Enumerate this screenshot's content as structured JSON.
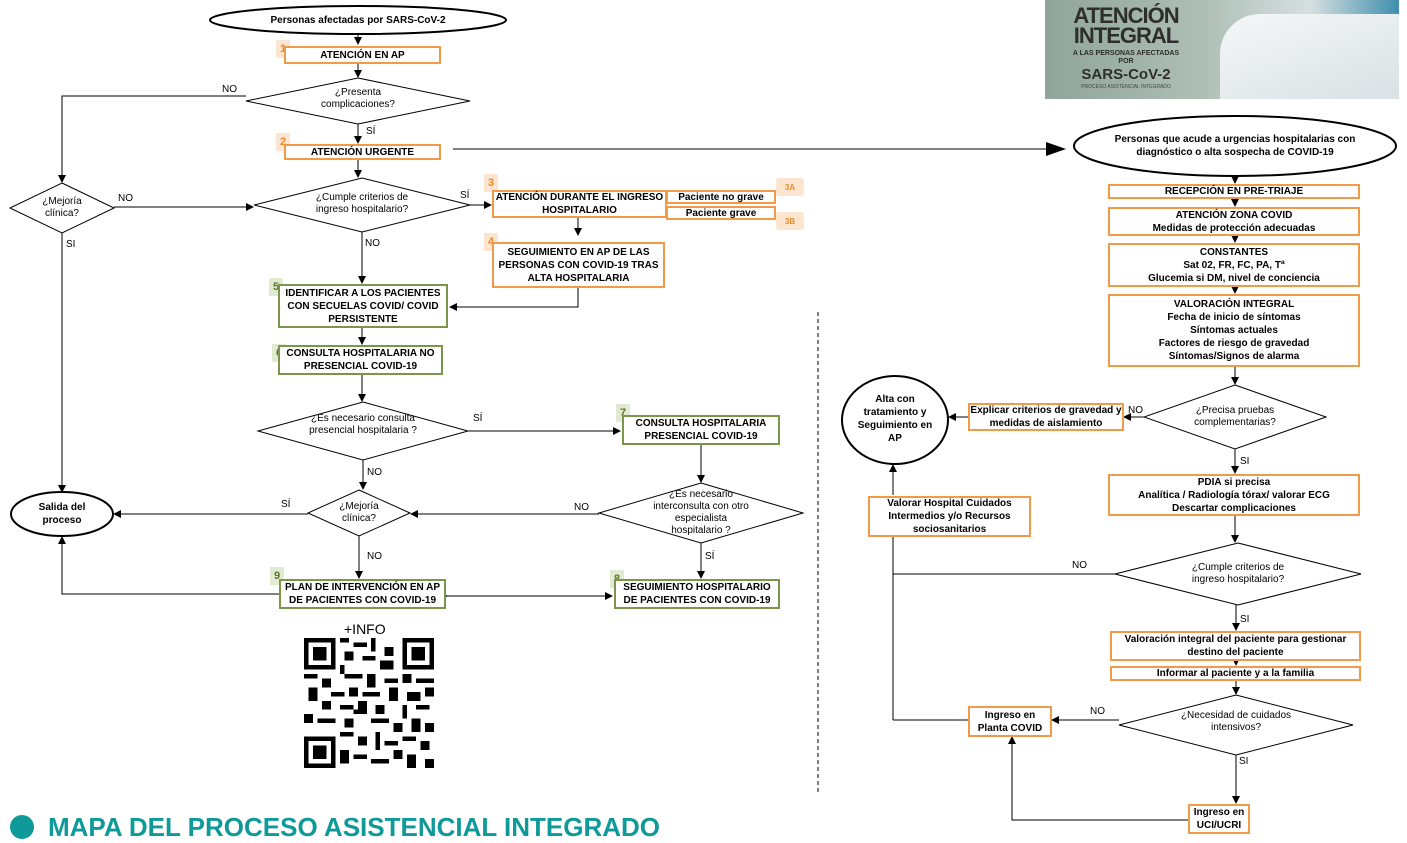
{
  "left": {
    "start": "Personas afectadas por SARS-CoV-2",
    "b1": {
      "num": "1",
      "text": "ATENCIÓN EN AP"
    },
    "d_complic": "¿Presenta complicaciones?",
    "b2": {
      "num": "2",
      "text": "ATENCIÓN URGENTE"
    },
    "d_criterios": "¿Cumple criterios de ingreso hospitalario?",
    "d_mejoria1": "¿Mejoría clínica?",
    "b3": {
      "num": "3",
      "text": "ATENCIÓN DURANTE EL INGRESO HOSPITALARIO"
    },
    "b3a": {
      "tag": "3A",
      "text": "Paciente no grave"
    },
    "b3b": {
      "tag": "3B",
      "text": "Paciente grave"
    },
    "b4": {
      "num": "4",
      "text": "SEGUIMIENTO EN AP DE LAS PERSONAS CON COVID-19 TRAS ALTA HOSPITALARIA"
    },
    "b5": {
      "num": "5",
      "text": "IDENTIFICAR A LOS PACIENTES CON SECUELAS COVID/ COVID PERSISTENTE"
    },
    "b6": {
      "num": "6",
      "text": "CONSULTA HOSPITALARIA NO PRESENCIAL COVID-19"
    },
    "d_presencial": "¿Es necesario consulta presencial hospitalaria ?",
    "b7": {
      "num": "7",
      "text": "CONSULTA HOSPITALARIA PRESENCIAL COVID-19"
    },
    "d_mejoria2": "¿Mejoría clínica?",
    "d_interconsulta": "¿Es necesario interconsulta con otro especialista hospitalario ?",
    "salida": "Salida del proceso",
    "b9": {
      "num": "9",
      "text": "PLAN DE INTERVENCIÓN EN AP DE PACIENTES CON COVID-19"
    },
    "b8": {
      "num": "8",
      "text": "SEGUIMIENTO HOSPITALARIO DE PACIENTES CON COVID-19"
    },
    "info": "+INFO"
  },
  "right": {
    "start": "Personas que acude a urgencias hospitalarias con diagnóstico o alta sospecha de COVID-19",
    "pretriaje": "RECEPCIÓN EN PRE-TRIAJE",
    "zona_covid": [
      "ATENCIÓN ZONA COVID",
      "Medidas de protección adecuadas"
    ],
    "constantes": [
      "CONSTANTES",
      "Sat 02, FR, FC, PA, Tª",
      "Glucemia si DM, nivel de conciencia"
    ],
    "valoracion": [
      "VALORACIÓN INTEGRAL",
      "Fecha de inicio de síntomas",
      "Síntomas actuales",
      "Factores de riesgo de gravedad",
      "Síntomas/Signos de alarma"
    ],
    "d_pruebas": "¿Precisa pruebas complementarias?",
    "explicar": "Explicar criterios de gravedad y medidas de aislamiento",
    "alta": "Alta con tratamiento y Seguimiento en AP",
    "pdia": [
      "PDIA si precisa",
      "Analítica / Radiología tórax/ valorar ECG",
      "Descartar complicaciones"
    ],
    "valorar_hosp": "Valorar Hospital Cuidados Intermedios y/o Recursos sociosanitarios",
    "d_criterios": "¿Cumple criterios de ingreso hospitalario?",
    "val_integral": "Valoración integral del paciente para gestionar destino del paciente",
    "informar": "Informar al paciente y a la familia",
    "d_cuidados": "¿Necesidad de cuidados intensivos?",
    "planta": "Ingreso en Planta COVID",
    "uci": "Ingreso en UCI/UCRI"
  },
  "labels": {
    "no": "NO",
    "si": "SÍ",
    "si_plain": "SI",
    "si_caps": "SI"
  },
  "banner": {
    "l1": "ATENCIÓN",
    "l2": "INTEGRAL",
    "l3": "A LAS PERSONAS AFECTADAS POR",
    "l4": "SARS-CoV-2",
    "l5": "PROCESO ASISTENCIAL INTEGRADO"
  },
  "footer": "MAPA DEL PROCESO ASISTENCIAL INTEGRADO",
  "colors": {
    "orange": "#f29a4a",
    "green": "#79964a",
    "teal": "#0f9a9a"
  }
}
